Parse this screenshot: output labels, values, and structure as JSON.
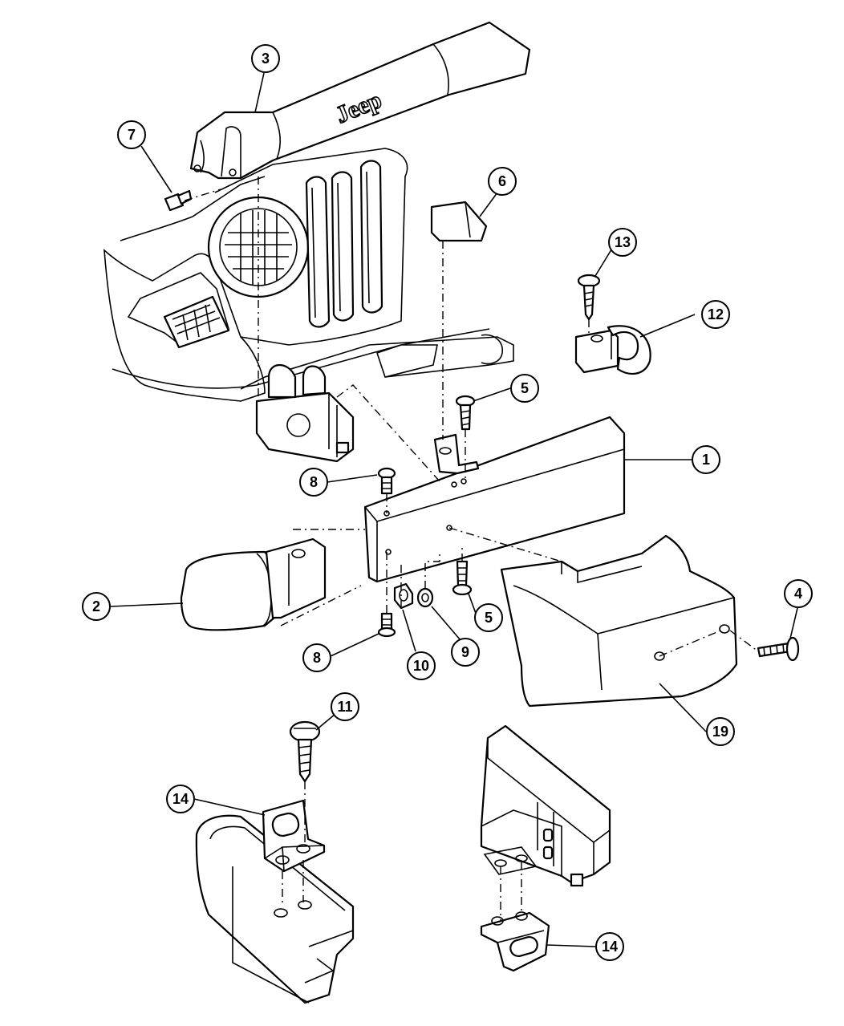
{
  "diagram": {
    "brand_text": "Jeep",
    "callouts": [
      {
        "id": "c1",
        "label": "1"
      },
      {
        "id": "c2",
        "label": "2"
      },
      {
        "id": "c3",
        "label": "3"
      },
      {
        "id": "c4",
        "label": "4"
      },
      {
        "id": "c5a",
        "label": "5"
      },
      {
        "id": "c5b",
        "label": "5"
      },
      {
        "id": "c6",
        "label": "6"
      },
      {
        "id": "c7",
        "label": "7"
      },
      {
        "id": "c8a",
        "label": "8"
      },
      {
        "id": "c8b",
        "label": "8"
      },
      {
        "id": "c9",
        "label": "9"
      },
      {
        "id": "c10",
        "label": "10"
      },
      {
        "id": "c11",
        "label": "11"
      },
      {
        "id": "c12",
        "label": "12"
      },
      {
        "id": "c13",
        "label": "13"
      },
      {
        "id": "c14a",
        "label": "14"
      },
      {
        "id": "c14b",
        "label": "14"
      },
      {
        "id": "c19",
        "label": "19"
      }
    ]
  }
}
